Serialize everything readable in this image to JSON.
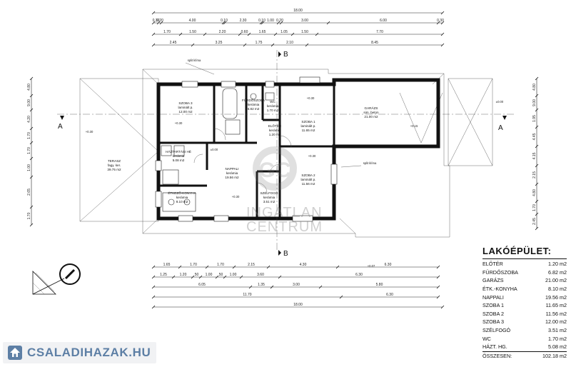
{
  "dims": {
    "top1": [
      "18.00"
    ],
    "top2": [
      "0.30",
      "0.20",
      "4.00",
      "0.10",
      "2.30",
      "0.10",
      "1.00",
      "0.20",
      "3.00",
      "6.00",
      "0.30"
    ],
    "top3": [
      "1.70",
      "1.50",
      "2.20",
      "0.60",
      "1.65",
      "1.05",
      "1.50",
      "7.70"
    ],
    "top4": [
      "2.45",
      "3.25",
      "1.75",
      "2.10",
      "8.45"
    ],
    "bot1": [
      "1.65",
      "1.70",
      "1.70",
      "2.15",
      "4.30",
      "6.30"
    ],
    "bot2": [
      "1.25",
      "1.20",
      "50",
      "1.00",
      "50",
      "1.00",
      "3.60",
      "6.30"
    ],
    "bot3": [
      "6.05",
      "1.35",
      "3.00",
      "5.80"
    ],
    "bot4": [
      "11.70",
      "6.30"
    ],
    "bot5": [
      "18.00"
    ],
    "left": [
      "4.80",
      "9.00",
      "4.20",
      "1.70",
      "1.70",
      "1.00",
      "2.65",
      "1.70"
    ],
    "right": [
      "4.80",
      "9.00",
      "1.95",
      "4.45",
      "4.15",
      "2.15",
      "4.80",
      "1.70",
      "2.45"
    ]
  },
  "markers": {
    "section": "A",
    "view": "B"
  },
  "rooms": {
    "szoba3": [
      "SZOBA 3",
      "laminált p.",
      "12.00 m2"
    ],
    "furdo": [
      "FÜRDŐSZOBA",
      "kerámia",
      "6.82 m2"
    ],
    "wc": [
      "WC",
      "kerámia",
      "1.70 m2"
    ],
    "szoba1": [
      "SZOBA 1",
      "laminált p.",
      "11.65 m2"
    ],
    "garazs": [
      "GARÁZS",
      "sim. beton",
      "21.00 m2"
    ],
    "terasz": [
      "TERASZ",
      "fagy. ker.",
      "39.75 m2"
    ],
    "haztartasi": [
      "HÁZTARTÁSI HÉ",
      "kerámia",
      "5.08 m2"
    ],
    "nappali": [
      "NAPPALI",
      "kerámia",
      "19.56 m2"
    ],
    "eloter": [
      "ELŐTÉR",
      "kerámia",
      "1.20 m2"
    ],
    "szoba2": [
      "SZOBA 2",
      "laminált p.",
      "11.56 m2"
    ],
    "etkezo": [
      "ÉTKEZŐ-KONYHA",
      "kerámia",
      "8.10 m2"
    ],
    "szelfogo": [
      "SZÉLFOGÓ",
      "kerámia",
      "3.51 m2"
    ]
  },
  "levels": {
    "l1": "+0.30",
    "l2": "±0.00",
    "l3": "+0.30",
    "l4": "+0.30",
    "l5": "+0.30",
    "l6": "+0.30",
    "l7": "+0.15",
    "l8": "±0.00",
    "l9": "+0.07"
  },
  "labels": {
    "split_klima_1": "split klíma",
    "split_klima_2": "split klíma"
  },
  "legend": {
    "title": "LAKÓÉPÜLET:",
    "rows": [
      {
        "name": "ELŐTÉR",
        "value": "1.20 m2"
      },
      {
        "name": "FÜRDŐSZOBA",
        "value": "6.82 m2"
      },
      {
        "name": "GARÁZS",
        "value": "21.00 m2"
      },
      {
        "name": "ÉTK.-KONYHA",
        "value": "8.10 m2"
      },
      {
        "name": "NAPPALI",
        "value": "19.56 m2"
      },
      {
        "name": "SZOBA 1",
        "value": "11.65 m2"
      },
      {
        "name": "SZOBA 2",
        "value": "11.56 m2"
      },
      {
        "name": "SZOBA 3",
        "value": "12.00 m2"
      },
      {
        "name": "SZÉLFOGÓ",
        "value": "3.51 m2"
      },
      {
        "name": "WC",
        "value": "1.70 m2"
      },
      {
        "name": "HÁZT. HG.",
        "value": "5.08 m2"
      }
    ],
    "total_label": "ÖSSZESEN:",
    "total_value": "102.18 m2"
  },
  "watermark": {
    "line1": "INGATLAN",
    "line2": "CENTRUM",
    "monogram": "GC"
  },
  "brand": {
    "text": "CSALADIHAZAK.HU"
  },
  "colors": {
    "wall": "#111111",
    "brand": "#5d7fa5",
    "brand_bg": "#f1f2f4"
  }
}
